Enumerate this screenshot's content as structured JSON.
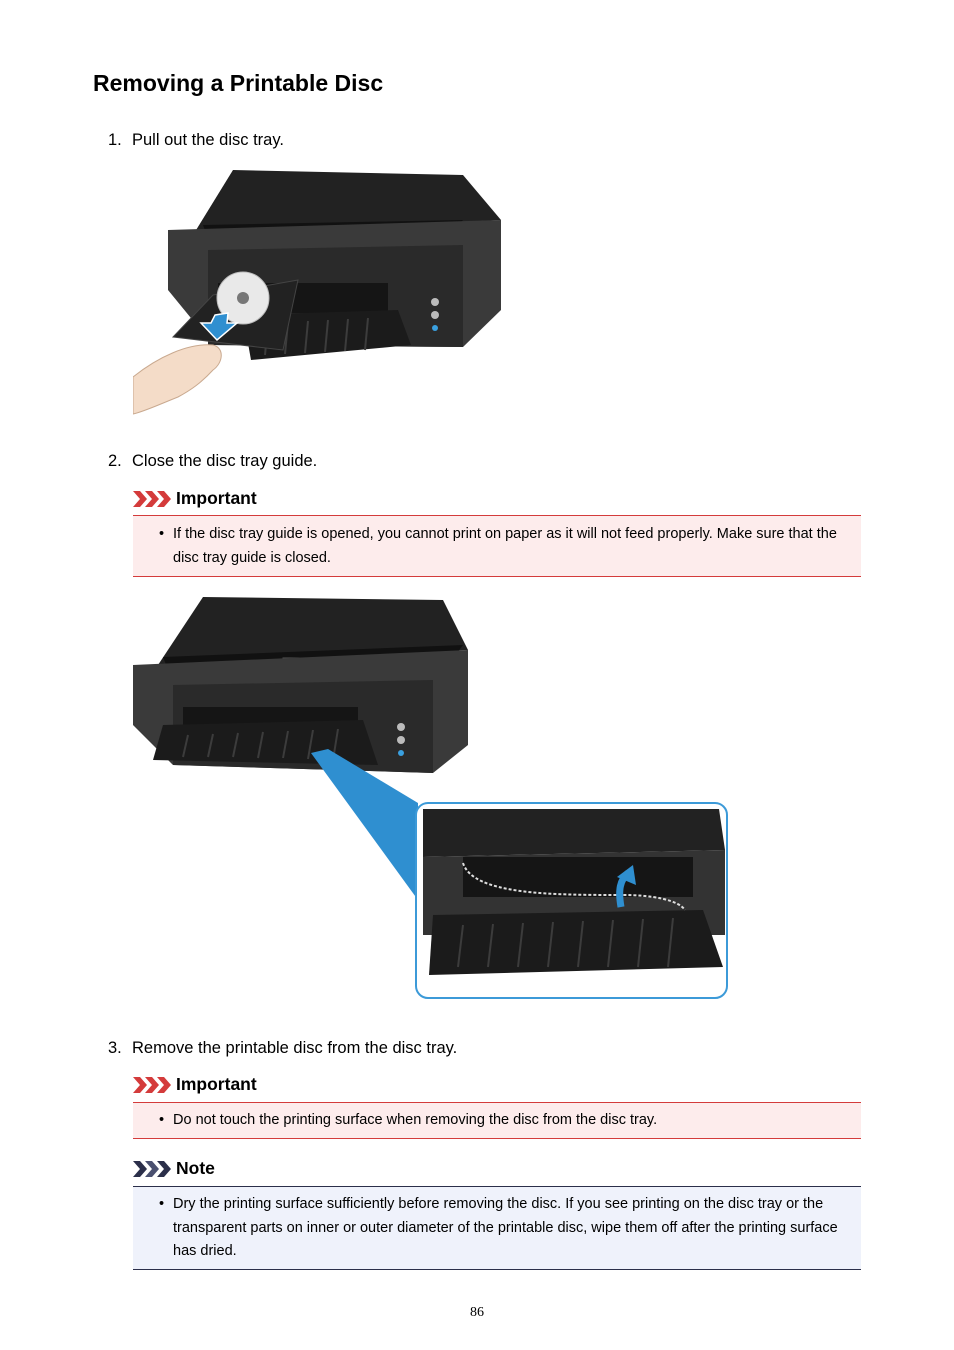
{
  "title": "Removing a Printable Disc",
  "steps": [
    {
      "num": "1.",
      "text": "Pull out the disc tray."
    },
    {
      "num": "2.",
      "text": "Close the disc tray guide."
    },
    {
      "num": "3.",
      "text": "Remove the printable disc from the disc tray."
    }
  ],
  "important_label": "Important",
  "note_label": "Note",
  "bullet": "•",
  "important1": "If the disc tray guide is opened, you cannot print on paper as it will not feed properly. Make sure that the disc tray guide is closed.",
  "important2": "Do not touch the printing surface when removing the disc from the disc tray.",
  "note1": "Dry the printing surface sufficiently before removing the disc. If you see printing on the disc tray or the transparent parts on inner or outer diameter of the printable disc, wipe them off after the printing surface has dried.",
  "page_number": "86",
  "colors": {
    "important": "#d43b3b",
    "important_bg": "#fdecec",
    "note": "#2b2f4a",
    "note_bg": "#eff2fb",
    "callout_blue": "#2f8fd0"
  }
}
